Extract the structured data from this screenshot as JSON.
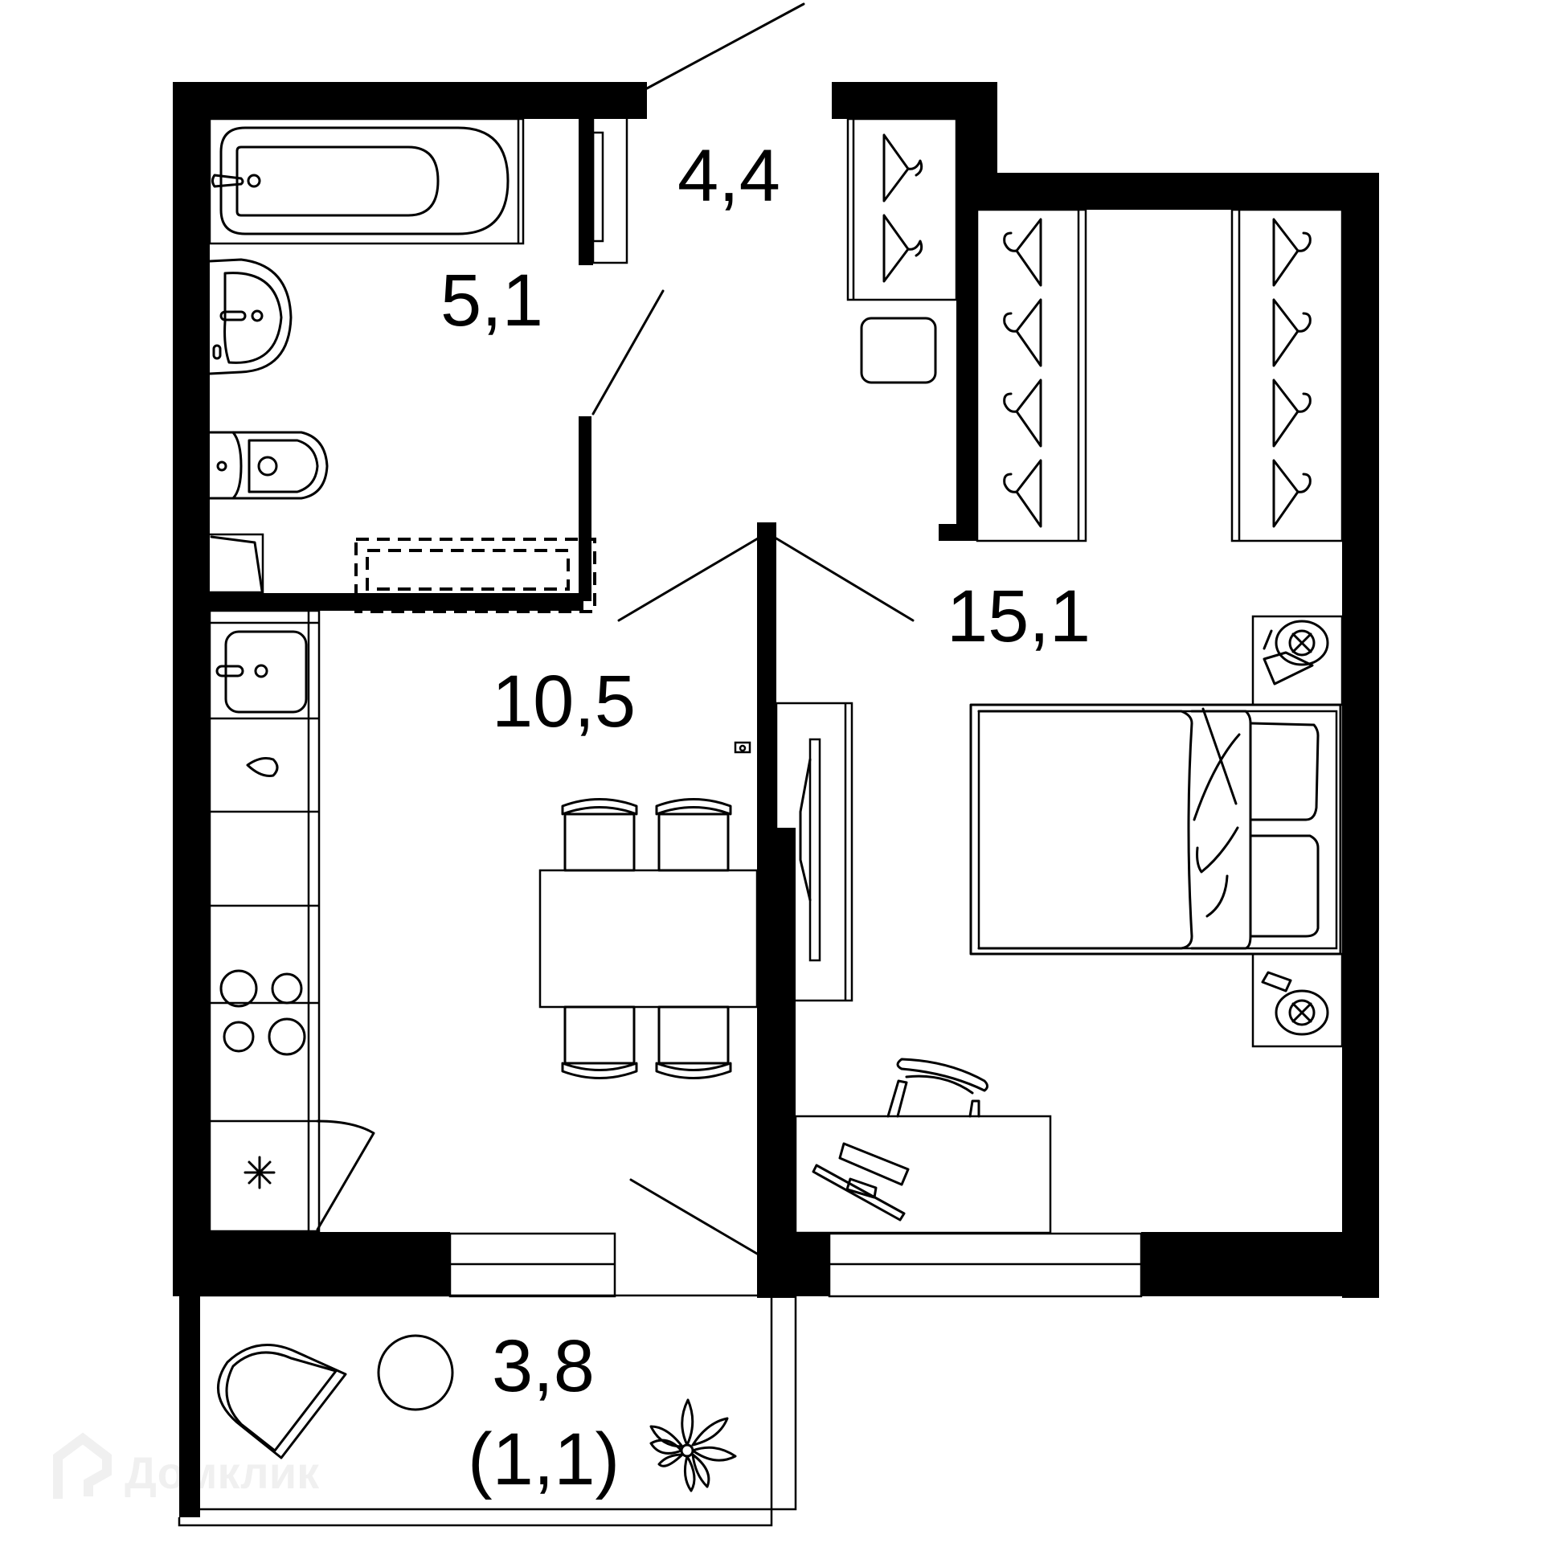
{
  "plan": {
    "type": "apartment floor plan",
    "rooms": [
      {
        "id": "bathroom",
        "name": "bathroom",
        "area": "5,1"
      },
      {
        "id": "hallway",
        "name": "hallway",
        "area": "4,4"
      },
      {
        "id": "kitchen",
        "name": "kitchen-living",
        "area": "10,5"
      },
      {
        "id": "bedroom",
        "name": "bedroom",
        "area": "15,1"
      },
      {
        "id": "balcony",
        "name": "balcony",
        "area": "3,8",
        "reduced_area": "(1,1)"
      }
    ],
    "colors": {
      "wall": "#000000",
      "background": "#ffffff"
    }
  },
  "watermark": {
    "text": "Домклик",
    "icon": "house-logo-icon"
  }
}
